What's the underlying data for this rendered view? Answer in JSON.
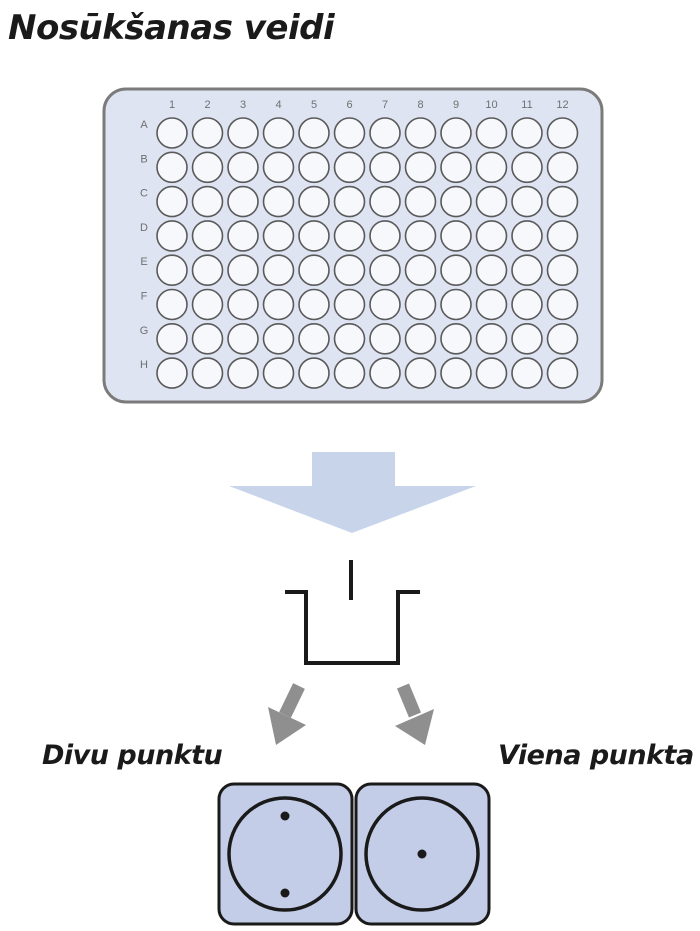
{
  "title": "Nosūkšanas veidi",
  "plate": {
    "columns": [
      "1",
      "2",
      "3",
      "4",
      "5",
      "6",
      "7",
      "8",
      "9",
      "10",
      "11",
      "12"
    ],
    "rows": [
      "A",
      "B",
      "C",
      "D",
      "E",
      "F",
      "G",
      "H"
    ]
  },
  "modes": {
    "two_point_label": "Divu punktu",
    "one_point_label": "Viena punkta"
  },
  "colors": {
    "plate_fill": "#dfe4f2",
    "plate_border": "#7b7b7b",
    "well_fill": "#f6f8fc",
    "well_stroke": "#5a5a5a",
    "arrow_big": "#c7d4ea",
    "arrow_small": "#8f8f8f",
    "cell_fill": "#c3cde8",
    "line": "#1a1a1a"
  }
}
